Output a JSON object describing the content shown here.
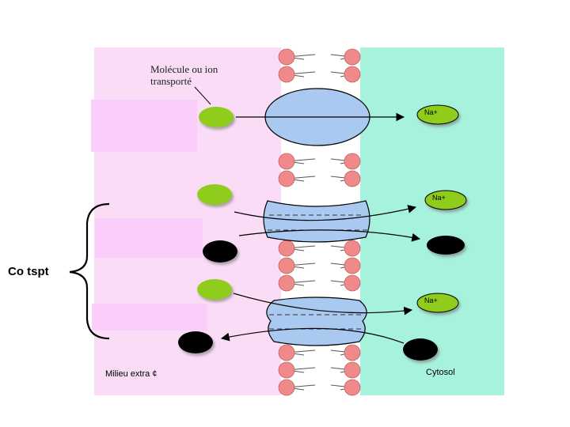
{
  "labels": {
    "transported": "Molécule ou ion transporté",
    "co_transport": "Co tspt",
    "extracellular": "Milieu extra ¢",
    "cytosol": "Cytosol",
    "ion_1": "Na+",
    "ion_2": "Na+",
    "ion_3": "Na+"
  },
  "colors": {
    "extracellular_bg": "#fadcf6",
    "cytosol_bg": "#a6f2dc",
    "label_box": "#fbcdfa",
    "lipid_head": "#f08a8a",
    "protein": "#a9c9f1",
    "green_molecule": "#8fcc1a",
    "black_molecule": "#000000"
  },
  "icons": [
    "membrane-lipid-bilayer",
    "transport-protein",
    "molecule-ellipse",
    "arrow-right",
    "brace"
  ]
}
